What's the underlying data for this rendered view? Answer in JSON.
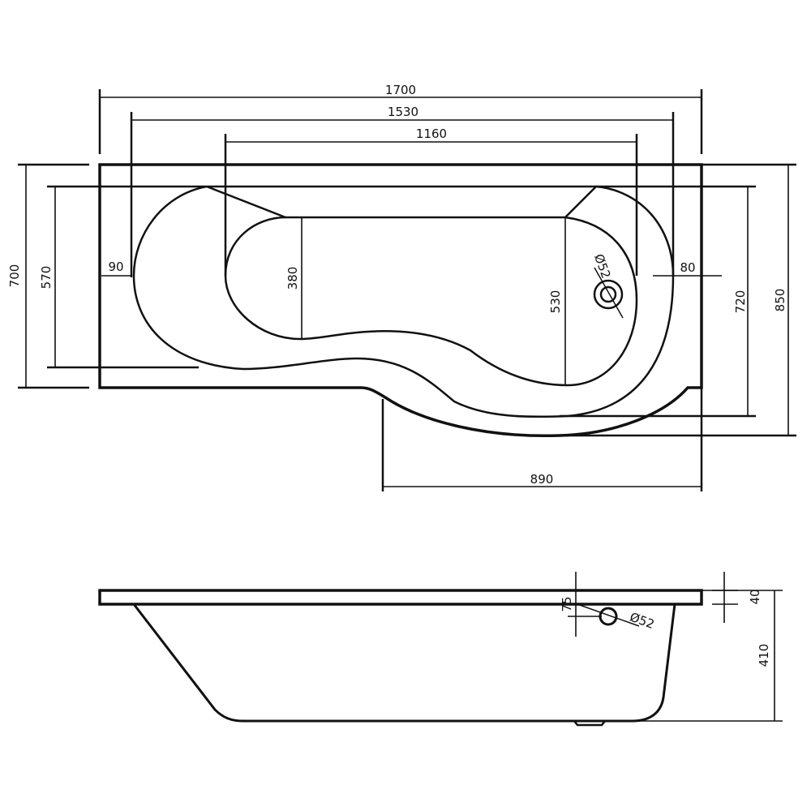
{
  "top_view": {
    "dims": {
      "overall_length": "1700",
      "outer_rim_length": "1530",
      "inner_bowl_length": "1160",
      "overall_width_small_end": "700",
      "inner_width_small_end": "570",
      "left_rim": "90",
      "bowl_width_small_end": "380",
      "bowl_width_large_end": "530",
      "overflow_diameter": "Ø52",
      "right_rim": "80",
      "inner_width_large_end": "720",
      "overall_width_large_end": "850",
      "curved_section_length": "890"
    }
  },
  "side_view": {
    "dims": {
      "overflow_height": "75",
      "overflow_diameter": "Ø52",
      "rim_thickness": "40",
      "depth": "410"
    }
  },
  "line_color": "#111111"
}
